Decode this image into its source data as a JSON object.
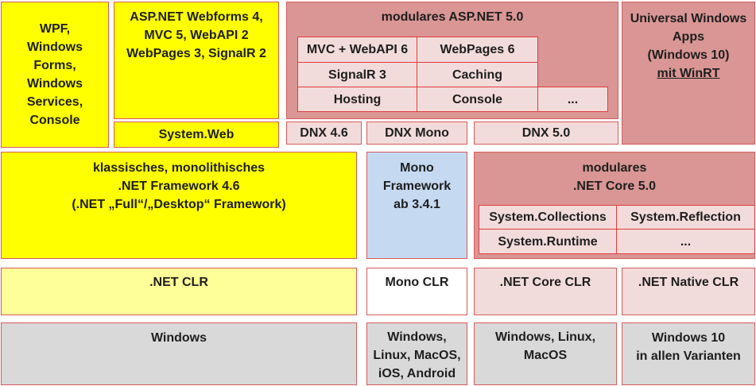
{
  "topLeft": {
    "wpf": [
      "WPF,",
      "Windows",
      "Forms,",
      "Windows",
      "Services,",
      "Console"
    ],
    "aspnet4": [
      "ASP.NET Webforms 4,",
      "MVC 5, WebAPI 2",
      "WebPages 3, SignalR 2"
    ],
    "systemWeb": "System.Web"
  },
  "modular": {
    "title": "modulares ASP.NET 5.0",
    "cells": {
      "mvc": "MVC + WebAPI 6",
      "webpages": "WebPages 6",
      "signalr": "SignalR 3",
      "caching": "Caching",
      "hosting": "Hosting",
      "console": "Console",
      "more": "..."
    },
    "dnx46": "DNX 4.6",
    "dnxMono": "DNX Mono",
    "dnx50": "DNX 5.0"
  },
  "uwp": {
    "lines": [
      "Universal Windows",
      "Apps",
      "(Windows 10)"
    ],
    "winrt": "mit WinRT"
  },
  "frameworks": {
    "classic": [
      "klassisches, monolithisches",
      ".NET Framework 4.6",
      "(.NET „Full“/„Desktop“ Framework)"
    ],
    "mono": [
      "Mono",
      "Framework",
      "ab 3.4.1"
    ],
    "core": [
      "modulares",
      ".NET Core 5.0"
    ],
    "coreCells": {
      "collections": "System.Collections",
      "reflection": "System.Reflection",
      "runtime": "System.Runtime",
      "more": "..."
    }
  },
  "clr": {
    "net": ".NET CLR",
    "mono": "Mono CLR",
    "core": ".NET Core CLR",
    "native": ".NET Native CLR"
  },
  "os": {
    "windows": "Windows",
    "monoOs": [
      "Windows,",
      "Linux, MacOS,",
      "iOS, Android"
    ],
    "coreOs": [
      "Windows, Linux,",
      "MacOS"
    ],
    "win10": [
      "Windows 10",
      "in allen Varianten"
    ]
  },
  "colors": {
    "yellow": "#ffff00",
    "paleYellow": "#ffff99",
    "rose": "#d99694",
    "lightRose": "#f2dcdb",
    "lightBlue": "#c5d9f1",
    "grey": "#d9d9d9",
    "border": "#d85a5a"
  }
}
